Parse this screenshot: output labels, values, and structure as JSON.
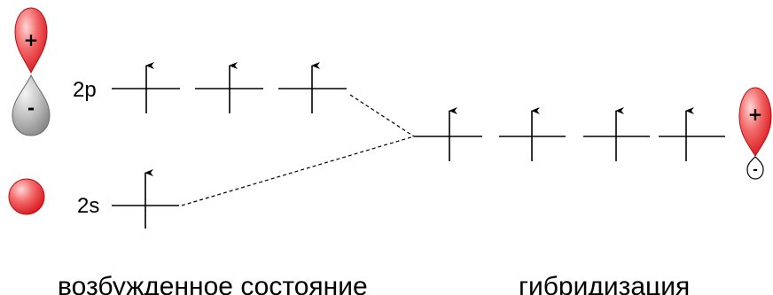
{
  "labels": {
    "level_2p": "2p",
    "level_2s": "2s",
    "caption_left": "возбужденное состояние",
    "caption_right": "гибридизация"
  },
  "signs": {
    "plus": "+",
    "minus": "-"
  },
  "colors": {
    "lobe_red": "#e8262b",
    "lobe_grey": "#8a8a8a",
    "line": "#000000"
  },
  "orbitals": {
    "excited_2p": {
      "count": 3,
      "electrons": 1
    },
    "excited_2s": {
      "count": 1,
      "electrons": 1
    },
    "hybrid": {
      "count": 4,
      "electrons": 1
    }
  }
}
